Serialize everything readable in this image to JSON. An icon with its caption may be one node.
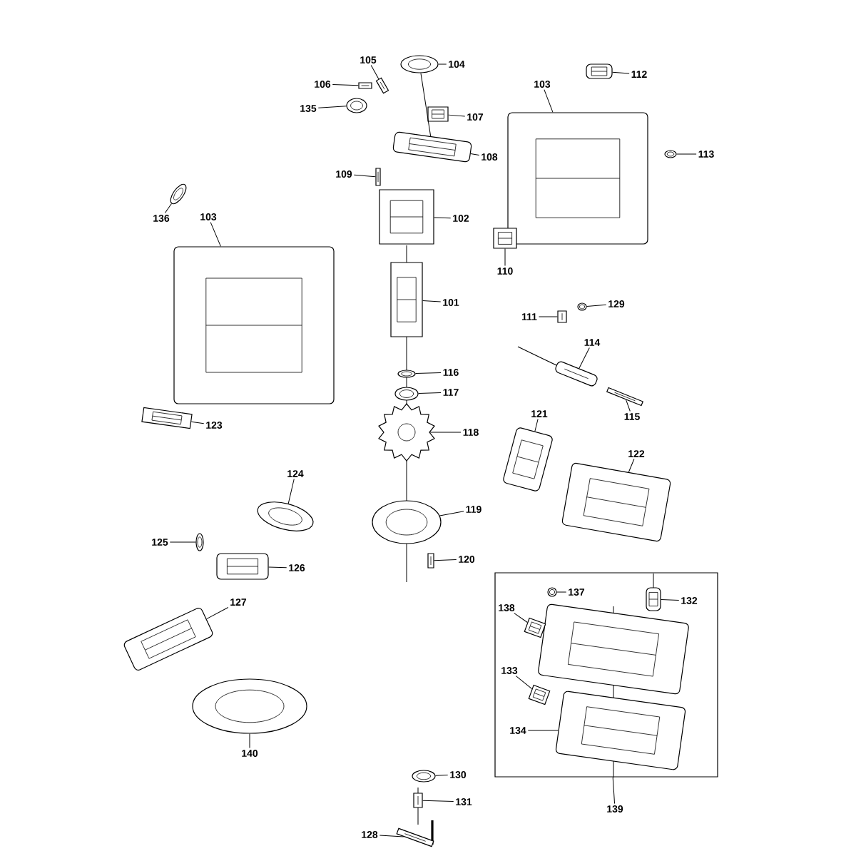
{
  "diagram": {
    "nodes": [
      {
        "text": [
          "105"
        ]
      },
      {
        "text": [],
        "shape": "picture"
      },
      {
        "text": [
          "104"
        ]
      },
      {
        "text": [],
        "shape": "picture"
      },
      {
        "text": [
          "106"
        ]
      },
      {
        "text": [],
        "shape": "picture"
      },
      {
        "text": [
          "135"
        ]
      },
      {
        "text": [],
        "shape": "picture"
      },
      {
        "text": [
          "107"
        ]
      },
      {
        "text": [],
        "shape": "picture"
      },
      {
        "text": [
          "108"
        ]
      },
      {
        "text": [],
        "shape": "picture"
      },
      {
        "text": [
          "109"
        ]
      },
      {
        "text": [],
        "shape": "picture"
      },
      {
        "text": [
          "136"
        ]
      },
      {
        "text": [],
        "shape": "picture"
      },
      {
        "text": [
          "103"
        ]
      },
      {
        "text": [],
        "shape": "picture"
      },
      {
        "text": [
          "102"
        ]
      },
      {
        "text": [],
        "shape": "picture"
      },
      {
        "text": [
          "103"
        ]
      },
      {
        "text": [],
        "shape": "picture"
      },
      {
        "text": [
          "112"
        ]
      },
      {
        "text": [],
        "shape": "picture"
      },
      {
        "text": [
          "113"
        ]
      },
      {
        "text": [],
        "shape": "picture"
      },
      {
        "text": [
          "110"
        ]
      },
      {
        "text": [],
        "shape": "picture"
      },
      {
        "text": [
          "101"
        ]
      },
      {
        "text": [],
        "shape": "picture"
      },
      {
        "text": [
          "111"
        ]
      },
      {
        "text": [],
        "shape": "picture"
      },
      {
        "text": [
          "129"
        ]
      },
      {
        "text": [],
        "shape": "picture"
      },
      {
        "text": [
          "114"
        ]
      },
      {
        "text": [],
        "shape": "picture"
      },
      {
        "text": [
          "115"
        ]
      },
      {
        "text": [],
        "shape": "picture"
      },
      {
        "text": [
          "116"
        ]
      },
      {
        "text": [],
        "shape": "picture"
      },
      {
        "text": [
          "117"
        ]
      },
      {
        "text": [],
        "shape": "picture"
      },
      {
        "text": [
          "118"
        ]
      },
      {
        "text": [],
        "shape": "picture"
      },
      {
        "text": [
          "121"
        ]
      },
      {
        "text": [],
        "shape": "picture"
      },
      {
        "text": [
          "122"
        ]
      },
      {
        "text": [],
        "shape": "picture"
      },
      {
        "text": [
          "123"
        ]
      },
      {
        "text": [],
        "shape": "picture"
      },
      {
        "text": [
          "124"
        ]
      },
      {
        "text": [],
        "shape": "picture"
      },
      {
        "text": [
          "119"
        ]
      },
      {
        "text": [],
        "shape": "picture"
      },
      {
        "text": [
          "125"
        ]
      },
      {
        "text": [],
        "shape": "picture"
      },
      {
        "text": [
          "126"
        ]
      },
      {
        "text": [],
        "shape": "picture"
      },
      {
        "text": [
          "120"
        ]
      },
      {
        "text": [],
        "shape": "picture"
      },
      {
        "text": [
          "127"
        ]
      },
      {
        "text": [],
        "shape": "picture"
      },
      {
        "text": [
          "139"
        ]
      },
      {
        "text": [],
        "shape": "box"
      },
      {
        "text": [
          "137"
        ],
        "in": 63
      },
      {
        "text": [],
        "shape": "picture",
        "in": 63
      },
      {
        "text": [
          "132"
        ],
        "in": 63
      },
      {
        "text": [],
        "shape": "picture",
        "in": 63
      },
      {
        "text": [
          "138"
        ],
        "in": 63
      },
      {
        "text": [],
        "shape": "picture",
        "in": 63
      },
      {
        "text": [
          "133"
        ],
        "in": 63
      },
      {
        "text": [],
        "shape": "picture",
        "in": 63
      },
      {
        "text": [
          "134"
        ],
        "in": 63
      },
      {
        "text": [],
        "shape": "picture",
        "in": 63
      },
      {
        "text": [
          "140"
        ]
      },
      {
        "text": [],
        "shape": "picture"
      },
      {
        "text": [
          "130"
        ]
      },
      {
        "text": [],
        "shape": "picture"
      },
      {
        "text": [
          "131"
        ]
      },
      {
        "text": [],
        "shape": "picture"
      },
      {
        "text": [
          "128"
        ]
      },
      {
        "text": [],
        "shape": "picture"
      },
      {
        "text": [],
        "shape": "picture",
        "in": 63
      }
    ],
    "edges": [
      {
        "from": 0,
        "to": 1,
        "arrow": "none"
      },
      {
        "from": 2,
        "to": 3,
        "arrow": "none"
      },
      {
        "from": 4,
        "to": 5,
        "arrow": "none"
      },
      {
        "from": 6,
        "to": 7,
        "arrow": "none"
      },
      {
        "from": 8,
        "to": 9,
        "arrow": "none"
      },
      {
        "from": 10,
        "to": 11,
        "arrow": "none"
      },
      {
        "from": 12,
        "to": 13,
        "arrow": "none"
      },
      {
        "from": 14,
        "to": 15,
        "arrow": "none"
      },
      {
        "from": 16,
        "to": 17,
        "arrow": "none"
      },
      {
        "from": 18,
        "to": 19,
        "arrow": "none"
      },
      {
        "from": 20,
        "to": 21,
        "arrow": "none"
      },
      {
        "from": 22,
        "to": 23,
        "arrow": "none"
      },
      {
        "from": 24,
        "to": 25,
        "arrow": "none"
      },
      {
        "from": 26,
        "to": 27,
        "arrow": "none"
      },
      {
        "from": 28,
        "to": 29,
        "arrow": "none"
      },
      {
        "from": 30,
        "to": 31,
        "arrow": "none"
      },
      {
        "from": 32,
        "to": 33,
        "arrow": "none"
      },
      {
        "from": 34,
        "to": 35,
        "arrow": "none"
      },
      {
        "from": 36,
        "to": 37,
        "arrow": "none"
      },
      {
        "from": 38,
        "to": 39,
        "arrow": "none"
      },
      {
        "from": 40,
        "to": 41,
        "arrow": "none"
      },
      {
        "from": 42,
        "to": 43,
        "arrow": "none"
      },
      {
        "from": 44,
        "to": 45,
        "arrow": "none"
      },
      {
        "from": 46,
        "to": 47,
        "arrow": "none"
      },
      {
        "from": 48,
        "to": 49,
        "arrow": "none"
      },
      {
        "from": 50,
        "to": 51,
        "arrow": "none"
      },
      {
        "from": 52,
        "to": 53,
        "arrow": "none"
      },
      {
        "from": 54,
        "to": 55,
        "arrow": "none"
      },
      {
        "from": 56,
        "to": 57,
        "arrow": "none"
      },
      {
        "from": 58,
        "to": 59,
        "arrow": "none"
      },
      {
        "from": 60,
        "to": 61,
        "arrow": "none"
      },
      {
        "from": 62,
        "to": 63,
        "arrow": "none"
      },
      {
        "from": 64,
        "to": 65,
        "arrow": "none"
      },
      {
        "from": 66,
        "to": 67,
        "arrow": "none"
      },
      {
        "from": 68,
        "to": 69,
        "arrow": "none"
      },
      {
        "from": 70,
        "to": 71,
        "arrow": "none"
      },
      {
        "from": 72,
        "to": 73,
        "arrow": "none"
      },
      {
        "from": 74,
        "to": 75,
        "arrow": "none"
      },
      {
        "from": 76,
        "to": 77,
        "arrow": "none"
      },
      {
        "from": 78,
        "to": 79,
        "arrow": "none"
      },
      {
        "from": 80,
        "to": 81,
        "arrow": "none"
      },
      {
        "from": 3,
        "to": 11,
        "arrow": "none"
      }
    ]
  }
}
